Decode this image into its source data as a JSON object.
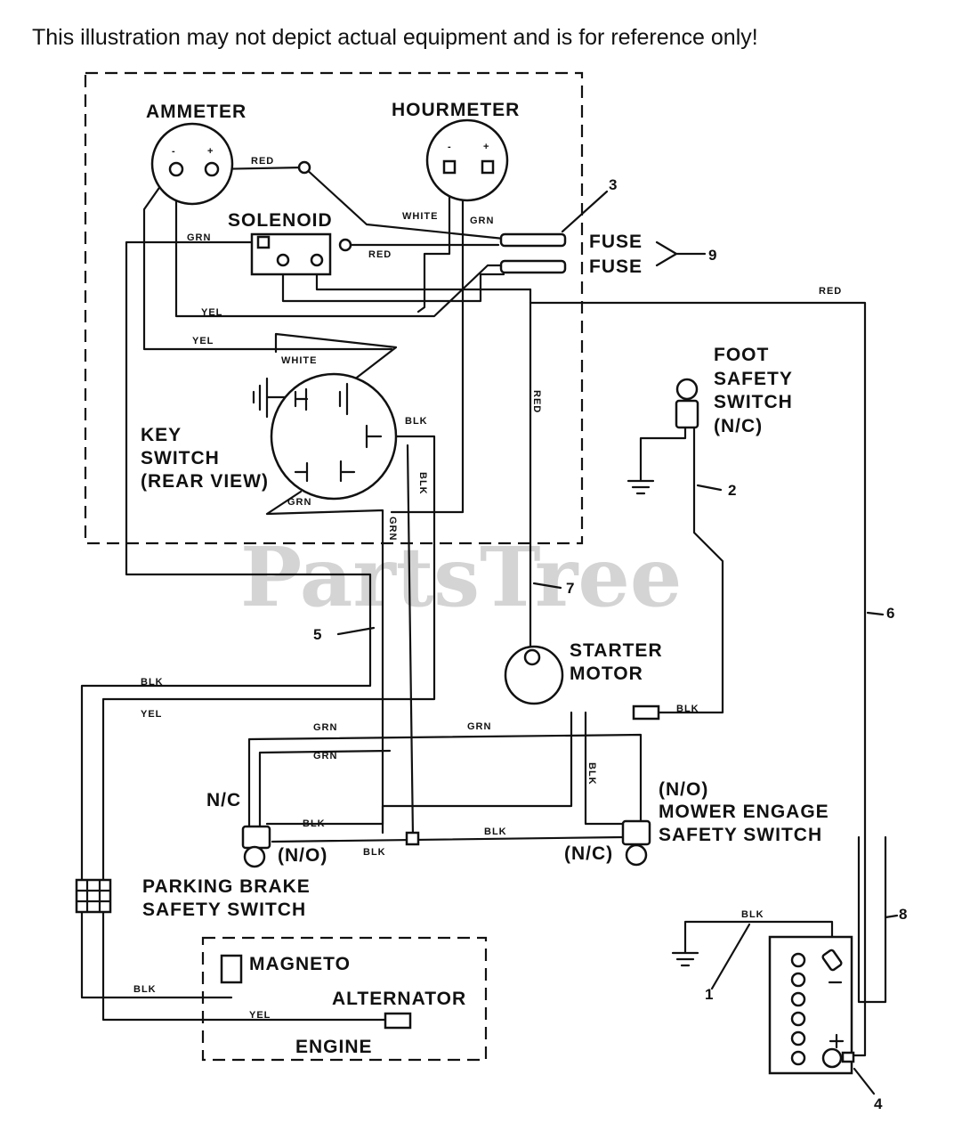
{
  "disclaimer": "This illustration may not depict actual equipment and is for reference only!",
  "watermark": "PartsTree",
  "components": {
    "ammeter": "AMMETER",
    "hourmeter": "HOURMETER",
    "solenoid": "SOLENOID",
    "fuse_1": "FUSE",
    "fuse_2": "FUSE",
    "foot_switch": [
      "FOOT",
      "SAFETY",
      "SWITCH",
      "(N/C)"
    ],
    "key_switch": [
      "KEY",
      "SWITCH",
      "(REAR VIEW)"
    ],
    "starter_motor": [
      "STARTER",
      "MOTOR"
    ],
    "mower_switch": [
      "(N/O)",
      "MOWER ENGAGE",
      "SAFETY SWITCH"
    ],
    "nc_label": "N/C",
    "no_label": "(N/O)",
    "nc_label_2": "(N/C)",
    "parking_brake": [
      "PARKING BRAKE",
      "SAFETY SWITCH"
    ],
    "magneto": "MAGNETO",
    "alternator": "ALTERNATOR",
    "engine": "ENGINE"
  },
  "polarity": {
    "minus": "-",
    "plus": "+"
  },
  "wire_labels": {
    "red_1": "RED",
    "white_1": "WHITE",
    "grn_1": "GRN",
    "grn_2": "GRN",
    "red_2": "RED",
    "yel_1": "YEL",
    "yel_2": "YEL",
    "red_3": "RED",
    "white_2": "WHITE",
    "blk_1": "BLK",
    "blk_2": "BLK",
    "grn_3": "GRN",
    "grn_4": "GRN",
    "red_4": "RED",
    "blk_3": "BLK",
    "yel_3": "YEL",
    "grn_5": "GRN",
    "grn_6": "GRN",
    "grn_7": "GRN",
    "blk_4": "BLK",
    "blk_5": "BLK",
    "blk_6": "BLK",
    "blk_7": "BLK",
    "blk_8": "BLK",
    "blk_9": "BLK",
    "yel_4": "YEL",
    "blk_10": "BLK"
  },
  "callouts": [
    "1",
    "2",
    "3",
    "4",
    "5",
    "6",
    "7",
    "8",
    "9"
  ]
}
